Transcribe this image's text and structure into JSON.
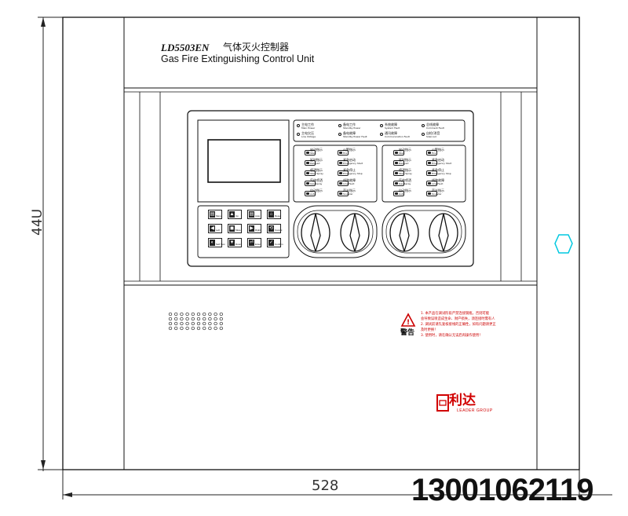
{
  "product": {
    "model": "LD5503EN",
    "name_cn": "气体灭火控制器",
    "name_en": "Gas Fire Extinguishing Control Unit"
  },
  "dimensions": {
    "height_label": "44U",
    "width_label": "528"
  },
  "phone": "13001062119",
  "status_leds": [
    {
      "cn": "主电工作",
      "en": "Main Power"
    },
    {
      "cn": "备电工作",
      "en": "Standby Power"
    },
    {
      "cn": "系统故障",
      "en": "System Fault"
    },
    {
      "cn": "总线故障",
      "en": "Comment Fault"
    },
    {
      "cn": "主电欠压",
      "en": "Low Voltage"
    },
    {
      "cn": "备电故障",
      "en": "Standby Power Fault"
    },
    {
      "cn": "通讯故障",
      "en": "Communication Fault"
    },
    {
      "cn": "自检/消音",
      "en": "Silenced"
    }
  ],
  "zone_panels": [
    {
      "items": [
        {
          "cn": "启动指示",
          "en": "Start"
        },
        {
          "cn": "火警指示",
          "en": "Fire"
        },
        {
          "cn": "延时指示",
          "en": "Delayed"
        },
        {
          "cn": "紧急启动",
          "en": "Emergency Start"
        },
        {
          "cn": "喷洒指示",
          "en": "Start Spray"
        },
        {
          "cn": "紧急停止",
          "en": "Emergency Stop"
        },
        {
          "cn": "气体喷洒",
          "en": "Gas Spray"
        },
        {
          "cn": "线路故障",
          "en": "Line Fault"
        },
        {
          "cn": "自动指示",
          "en": "Auto"
        },
        {
          "cn": "声光指示",
          "en": "Sounder"
        }
      ]
    },
    {
      "items": [
        {
          "cn": "启动指示",
          "en": "Start"
        },
        {
          "cn": "火警指示",
          "en": "Fire"
        },
        {
          "cn": "延时指示",
          "en": "Delayed"
        },
        {
          "cn": "紧急启动",
          "en": "Emergency Start"
        },
        {
          "cn": "喷洒指示",
          "en": "Start Spray"
        },
        {
          "cn": "紧急停止",
          "en": "Emergency Stop"
        },
        {
          "cn": "气体喷洒",
          "en": "Gas Spray"
        },
        {
          "cn": "线路故障",
          "en": "Line Fault"
        },
        {
          "cn": "自动指示",
          "en": "Auto"
        },
        {
          "cn": "声光指示",
          "en": "Sounder"
        }
      ]
    }
  ],
  "keypad": [
    {
      "icon": "▤",
      "label": "Menu"
    },
    {
      "icon": "▲",
      "label": "Up"
    },
    {
      "icon": "▤",
      "label": "Auto"
    },
    {
      "icon": "⌂",
      "label": "Reset"
    },
    {
      "icon": "◀",
      "label": "Left"
    },
    {
      "icon": "◼",
      "label": "Mute"
    },
    {
      "icon": "▶",
      "label": "Right"
    },
    {
      "icon": "⟲",
      "label": "Cancel"
    },
    {
      "icon": "◐",
      "label": "Self Test"
    },
    {
      "icon": "▼",
      "label": "Down"
    },
    {
      "icon": "⏎",
      "label": "Enter"
    },
    {
      "icon": "✓",
      "label": "Confirm"
    }
  ],
  "warning": {
    "title": "警告",
    "lines": [
      "1. 本产品在调试阶段严禁连接钢瓶，否则可能",
      "会导致误喷造成生命、财产损失，须连接时需有人",
      "2. 调试前请先复核接线的正确性，如有问题请更正",
      "及时更换！",
      "3. 使用时，请在确认无误后再操作使用！"
    ]
  },
  "brand": {
    "cn": "利达",
    "en": "LEADER GROUP"
  },
  "colors": {
    "outline": "#111111",
    "brand_red": "#d10000",
    "indicator_cyan": "#00c8e0",
    "warning_red": "#cc0000"
  }
}
